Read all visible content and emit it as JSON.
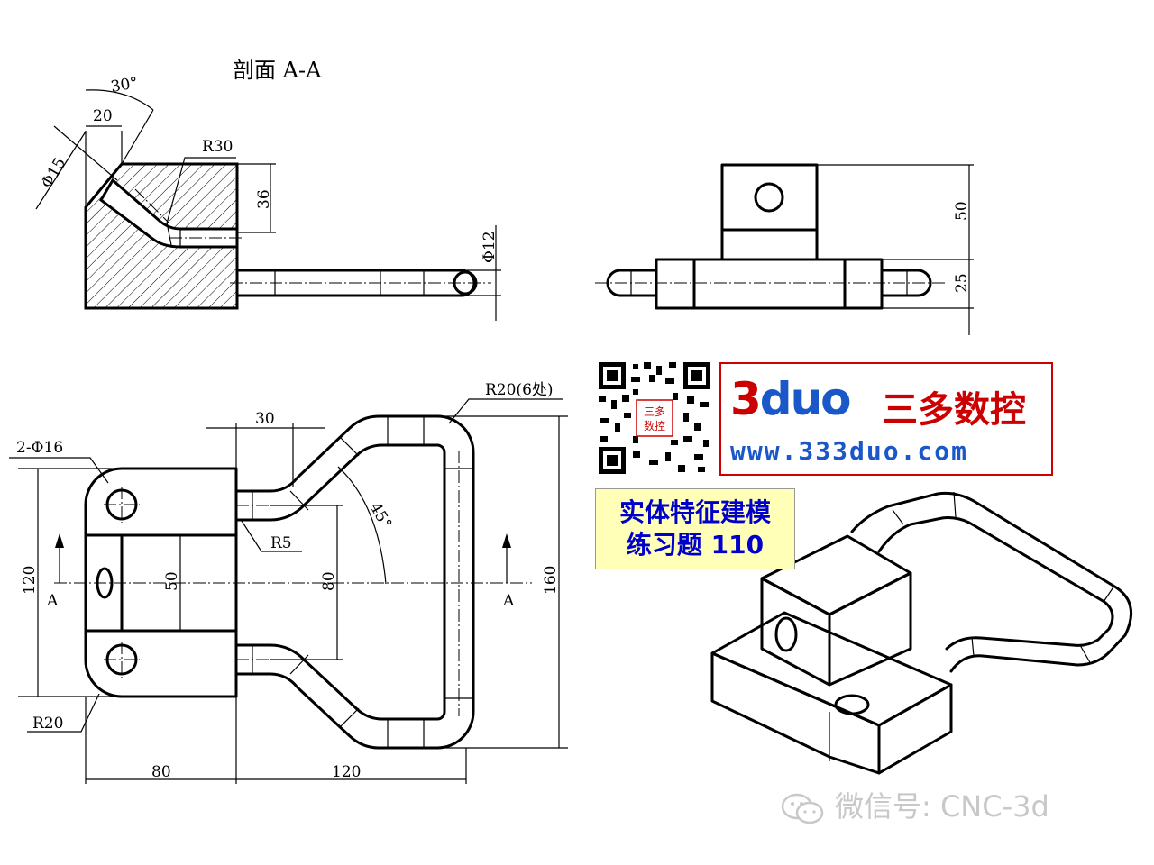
{
  "section_title": "剖面 A-A",
  "dims": {
    "angle_30": "30°",
    "d20_top": "20",
    "phi15": "Φ15",
    "r30": "R30",
    "d36": "36",
    "phi12": "Φ12",
    "d50_right": "50",
    "d25": "25",
    "r20_6": "R20(6处)",
    "d30": "30",
    "two_phi16": "2-Φ16",
    "angle_45": "45°",
    "r5": "R5",
    "d120_left": "120",
    "section_a_left": "A",
    "d50_mid": "50",
    "d80": "80",
    "section_a_right": "A",
    "d160": "160",
    "r20_bottom": "R20",
    "d80_bottom": "80",
    "d120_bottom": "120"
  },
  "brand": {
    "logo_part1": "3",
    "logo_part2": "duo",
    "logo_cn": "三多数控",
    "url": "www.333duo.com",
    "qr_label": "三多\n数控"
  },
  "exercise": {
    "line1": "实体特征建模",
    "line2": "练习题 110"
  },
  "wechat": "微信号: CNC-3d",
  "icons": [
    "qr-code-icon",
    "wechat-icon"
  ]
}
